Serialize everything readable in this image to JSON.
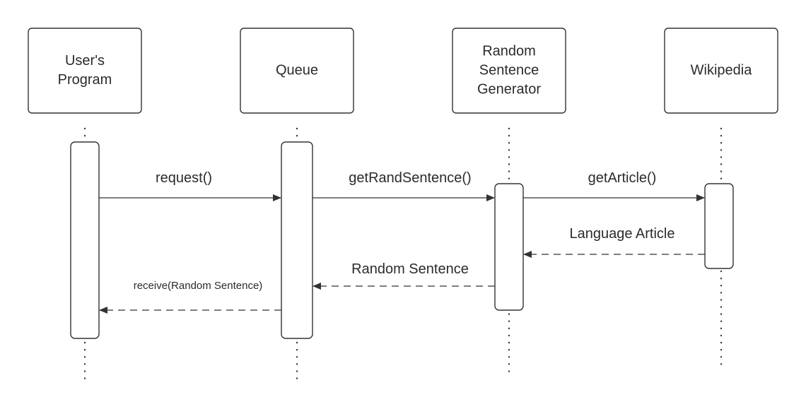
{
  "diagram": {
    "actors": [
      {
        "id": "user",
        "label_lines": [
          "User's",
          "Program"
        ]
      },
      {
        "id": "queue",
        "label_lines": [
          "Queue"
        ]
      },
      {
        "id": "generator",
        "label_lines": [
          "Random",
          "Sentence",
          "Generator"
        ]
      },
      {
        "id": "wikipedia",
        "label_lines": [
          "Wikipedia"
        ]
      }
    ],
    "messages": [
      {
        "id": "request",
        "label": "request()",
        "from": "user",
        "to": "queue",
        "style": "solid"
      },
      {
        "id": "get-rand-sentence",
        "label": "getRandSentence()",
        "from": "queue",
        "to": "generator",
        "style": "solid"
      },
      {
        "id": "get-article",
        "label": "getArticle()",
        "from": "generator",
        "to": "wikipedia",
        "style": "solid"
      },
      {
        "id": "language-article",
        "label": "Language Article",
        "from": "wikipedia",
        "to": "generator",
        "style": "dashed"
      },
      {
        "id": "random-sentence",
        "label": "Random Sentence",
        "from": "generator",
        "to": "queue",
        "style": "dashed"
      },
      {
        "id": "receive",
        "label": "receive(Random Sentence)",
        "from": "queue",
        "to": "user",
        "style": "dashed"
      }
    ],
    "colors": {
      "line": "#333333",
      "text": "#2b2b2b",
      "background": "#ffffff"
    }
  }
}
